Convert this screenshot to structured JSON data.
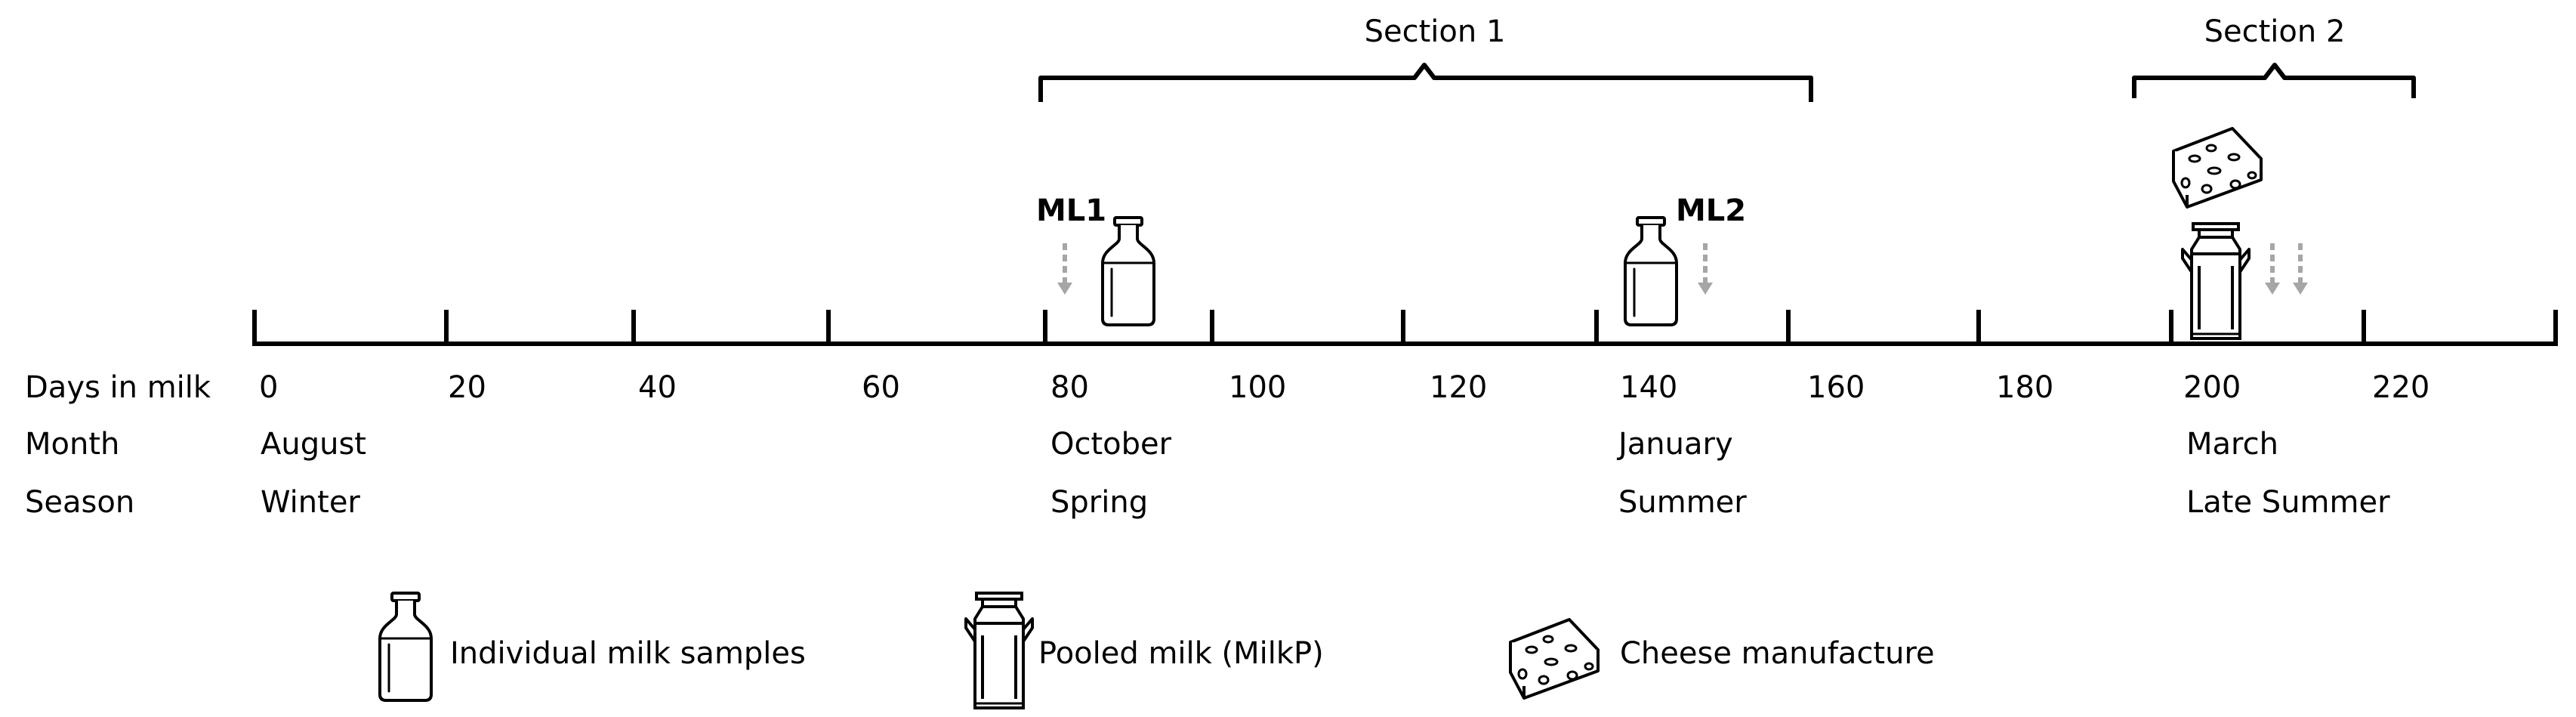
{
  "sections": [
    {
      "label": "Section 1"
    },
    {
      "label": "Section 2"
    }
  ],
  "row_labels": {
    "days": "Days in milk",
    "month": "Month",
    "season": "Season"
  },
  "day_ticks": [
    "0",
    "20",
    "40",
    "60",
    "80",
    "100",
    "120",
    "140",
    "160",
    "180",
    "200",
    "220"
  ],
  "months": [
    "August",
    "October",
    "January",
    "March"
  ],
  "seasons": [
    "Winter",
    "Spring",
    "Summer",
    "Late Summer"
  ],
  "markers": {
    "ml1": "ML1",
    "ml2": "ML2"
  },
  "legend": {
    "individual": "Individual milk samples",
    "pooled": "Pooled milk (MilkP)",
    "cheese": "Cheese manufacture"
  },
  "icons": [
    "milk-bottle-icon",
    "milk-can-icon",
    "cheese-icon",
    "arrow-down-icon"
  ],
  "colors": {
    "line": "#000000",
    "arrow": "#a6a6a6"
  }
}
